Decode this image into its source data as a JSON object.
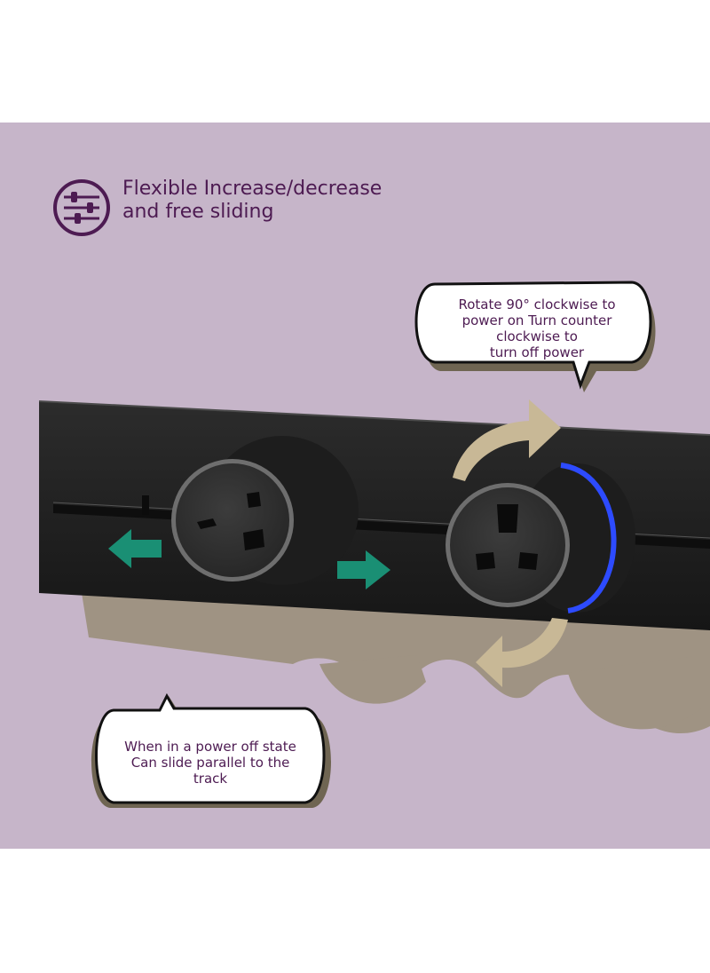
{
  "feature": {
    "icon": "sliders-icon",
    "title_lines": [
      "Flexible Increase/decrease",
      "and free sliding"
    ]
  },
  "callouts": {
    "rotate": {
      "lines": [
        "Rotate 90° clockwise to",
        "power on Turn counter",
        "clockwise to",
        "turn off power"
      ]
    },
    "slide": {
      "lines": [
        "When in a power off state",
        "Can slide parallel to the",
        "track"
      ]
    }
  },
  "colors": {
    "panel_background": "#c6b5c9",
    "title_text": "#4d1b52",
    "slide_arrows": "#1a8f74",
    "rotate_arrows": "#c8b896",
    "power_indicator": "#2d4bff",
    "track": "#1e1e1e"
  }
}
